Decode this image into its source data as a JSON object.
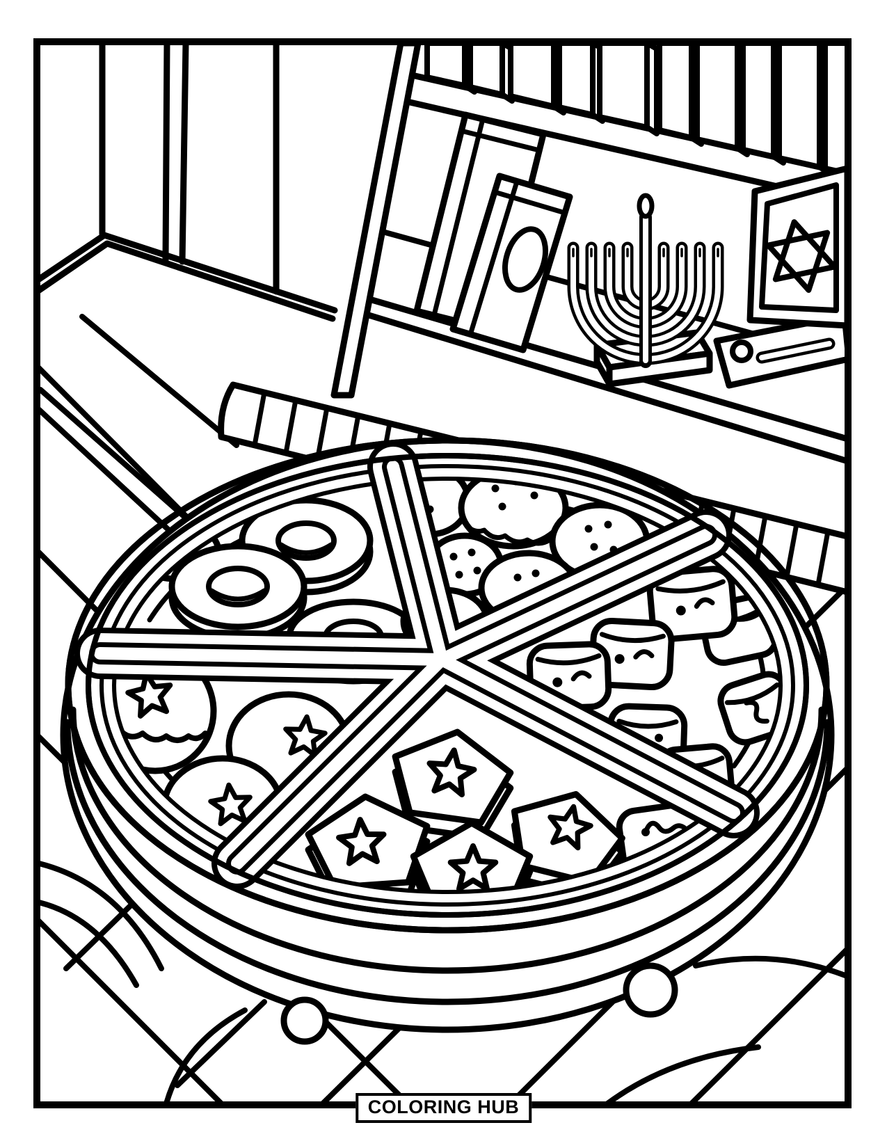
{
  "page": {
    "background_color": "#ffffff",
    "line_color": "#000000",
    "kind": "coloring-page"
  },
  "footer": {
    "brand_label": "COLORING HUB"
  },
  "scene": {
    "objects": [
      "wall-corner",
      "bookshelf",
      "book-spines-row",
      "leaning-books",
      "menorah-icon",
      "star-of-david-frame-icon",
      "media-stand",
      "striped-rug",
      "wood-plank-floor",
      "treat-tray"
    ],
    "tray_sections": [
      "ring-donuts",
      "sufganiyot-with-sprinkle-dots",
      "marshmallows-with-faces",
      "star-iced-donuts",
      "star-cookies"
    ]
  }
}
